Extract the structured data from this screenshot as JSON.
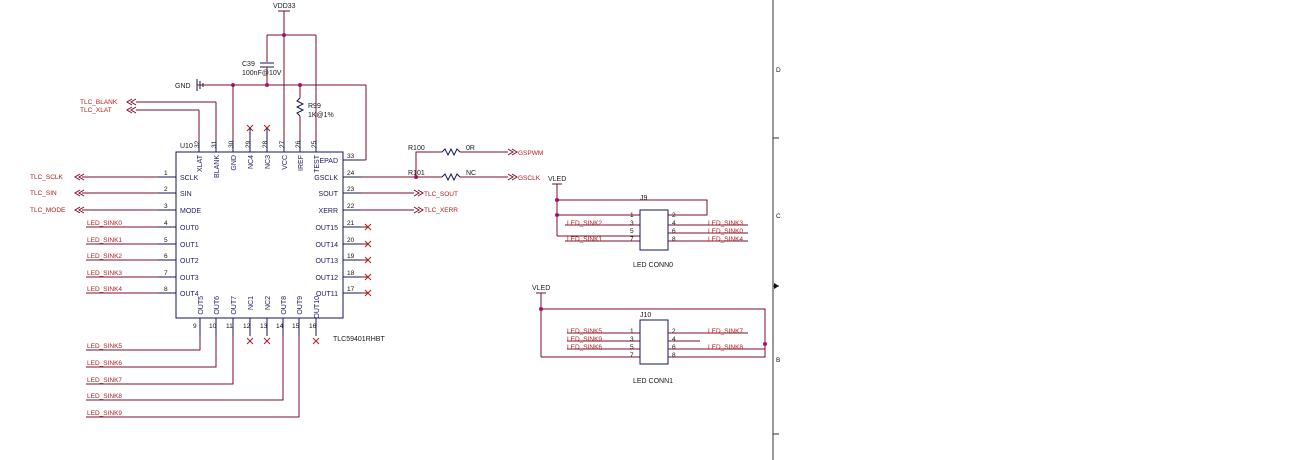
{
  "power": {
    "vdd": "VDD33",
    "gnd": "GND",
    "vled1": "VLED",
    "vled2": "VLED"
  },
  "cap": {
    "ref": "C39",
    "value": "100nF@10V"
  },
  "res_iref": {
    "ref": "R99",
    "value": "1K@1%"
  },
  "r100": {
    "ref": "R100",
    "value": "0R"
  },
  "r101": {
    "ref": "R101",
    "value": "NC"
  },
  "ic": {
    "ref": "U10",
    "part": "TLC59401RHBT",
    "top_pins": [
      {
        "num": "32",
        "name": "XLAT"
      },
      {
        "num": "31",
        "name": "BLANK"
      },
      {
        "num": "30",
        "name": "GND"
      },
      {
        "num": "29",
        "name": "NC4"
      },
      {
        "num": "28",
        "name": "NC3"
      },
      {
        "num": "27",
        "name": "VCC"
      },
      {
        "num": "26",
        "name": "IREF"
      },
      {
        "num": "25",
        "name": "TEST"
      }
    ],
    "left_pins": [
      {
        "num": "1",
        "name": "SCLK"
      },
      {
        "num": "2",
        "name": "SIN"
      },
      {
        "num": "3",
        "name": "MODE"
      },
      {
        "num": "4",
        "name": "OUT0"
      },
      {
        "num": "5",
        "name": "OUT1"
      },
      {
        "num": "6",
        "name": "OUT2"
      },
      {
        "num": "7",
        "name": "OUT3"
      },
      {
        "num": "8",
        "name": "OUT4"
      }
    ],
    "right_pins": [
      {
        "num": "33",
        "name": "EPAD"
      },
      {
        "num": "24",
        "name": "GSCLK"
      },
      {
        "num": "23",
        "name": "SOUT"
      },
      {
        "num": "22",
        "name": "XERR"
      },
      {
        "num": "21",
        "name": "OUT15"
      },
      {
        "num": "20",
        "name": "OUT14"
      },
      {
        "num": "19",
        "name": "OUT13"
      },
      {
        "num": "18",
        "name": "OUT12"
      },
      {
        "num": "17",
        "name": "OUT11"
      }
    ],
    "bottom_pins": [
      {
        "num": "9",
        "name": "OUT5"
      },
      {
        "num": "10",
        "name": "OUT6"
      },
      {
        "num": "11",
        "name": "OUT7"
      },
      {
        "num": "12",
        "name": "NC1"
      },
      {
        "num": "13",
        "name": "NC2"
      },
      {
        "num": "14",
        "name": "OUT8"
      },
      {
        "num": "15",
        "name": "OUT9"
      },
      {
        "num": "16",
        "name": "OUT10"
      }
    ]
  },
  "nets": {
    "tlc_blank": "TLC_BLANK",
    "tlc_xlat": "TLC_XLAT",
    "tlc_sclk": "TLC_SCLK",
    "tlc_sin": "TLC_SIN",
    "tlc_mode": "TLC_MODE",
    "tlc_sout": "TLC_SOUT",
    "tlc_xerr": "TLC_XERR",
    "gspwm": "GSPWM",
    "gsclk": "GSCLK",
    "sinks_left": [
      "LED_SINK0",
      "LED_SINK1",
      "LED_SINK2",
      "LED_SINK3",
      "LED_SINK4"
    ],
    "sinks_bottom": [
      "LED_SINK5",
      "LED_SINK6",
      "LED_SINK7",
      "LED_SINK8",
      "LED_SINK9"
    ]
  },
  "j9": {
    "ref": "J9",
    "name": "LED CONN0",
    "left_pins": [
      "1",
      "3",
      "5",
      "7"
    ],
    "right_pins": [
      "2",
      "4",
      "6",
      "8"
    ],
    "left_nets": [
      "",
      "LED_SINK2",
      "",
      "LED_SINK1"
    ],
    "right_nets": [
      "",
      "LED_SINK3",
      "LED_SINK0",
      "LED_SINK4"
    ]
  },
  "j10": {
    "ref": "J10",
    "name": "LED CONN1",
    "left_pins": [
      "1",
      "3",
      "5",
      "7"
    ],
    "right_pins": [
      "2",
      "4",
      "6",
      "8"
    ],
    "left_nets": [
      "LED_SINK5",
      "LED_SINK9",
      "LED_SINK6",
      ""
    ],
    "right_nets": [
      "LED_SINK7",
      "",
      "LED_SINK8",
      ""
    ]
  },
  "border": {
    "zones": [
      "D",
      "C",
      "B"
    ]
  },
  "colors": {
    "wire": "#7a0e28",
    "body": "#16165a",
    "net": "#b01c1c",
    "junction": "#b0107a"
  }
}
